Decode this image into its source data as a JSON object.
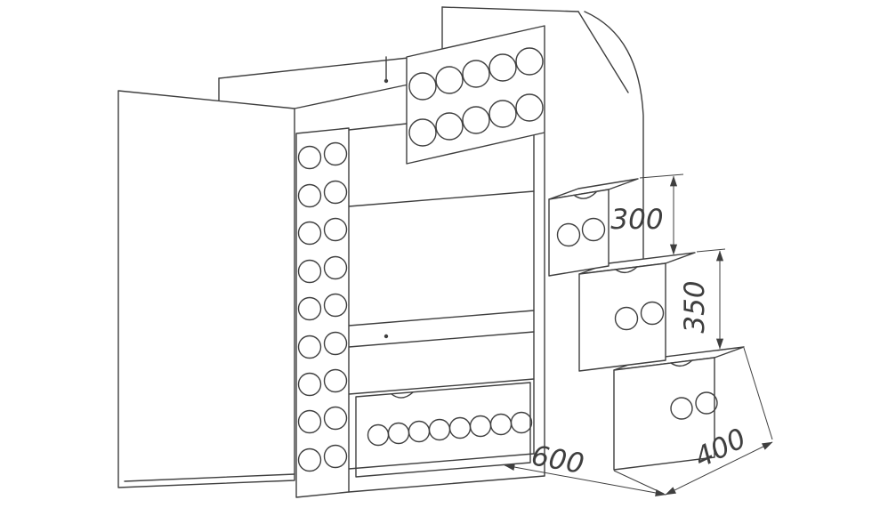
{
  "drawing": {
    "line_color": "#3f3f3f",
    "background_color": "#ffffff",
    "dimensions": {
      "top_step_height": "300",
      "middle_step_height": "350",
      "base_depth": "600",
      "base_width": "400"
    }
  }
}
